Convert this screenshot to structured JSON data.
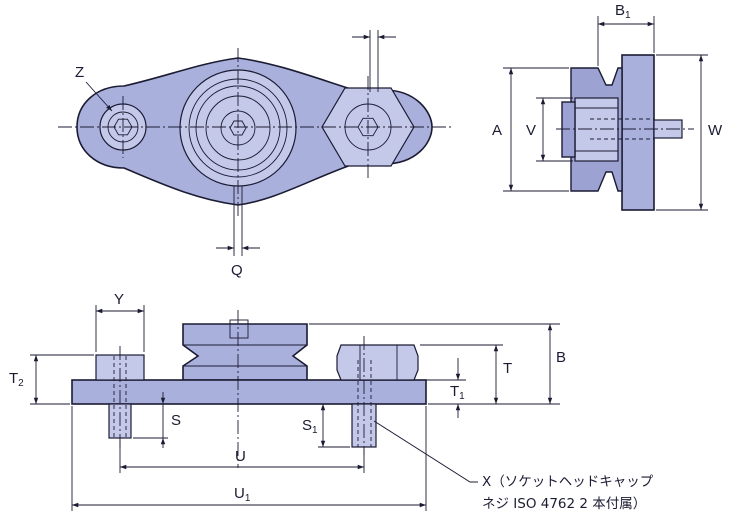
{
  "labels": {
    "z": "Z",
    "b1_main": "B",
    "b1_sub": "1",
    "a": "A",
    "v": "V",
    "w": "W",
    "q": "Q",
    "y": "Y",
    "t2_main": "T",
    "t2_sub": "2",
    "s": "S",
    "s1_main": "S",
    "s1_sub": "1",
    "t1_main": "T",
    "t1_sub": "1",
    "t": "T",
    "b": "B",
    "u": "U",
    "u1_main": "U",
    "u1_sub": "1"
  },
  "note": {
    "line1": "X（ソケットヘッドキャップ",
    "line2": "ネジ ISO 4762 2 本付属）"
  }
}
